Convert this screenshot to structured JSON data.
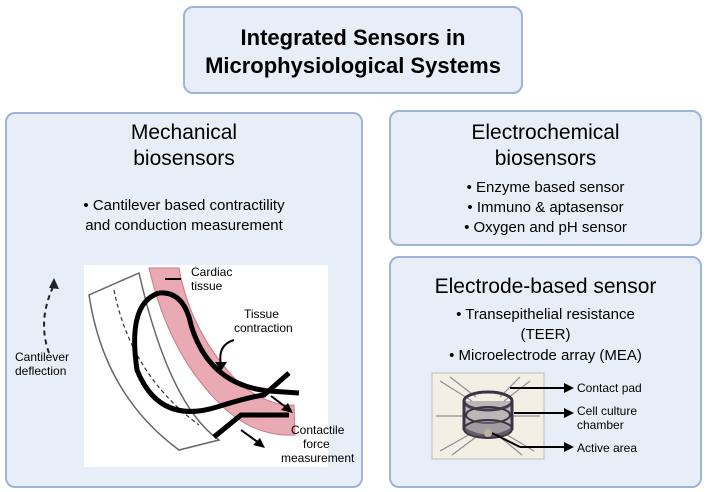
{
  "title": {
    "line1": "Integrated Sensors in",
    "line2": "Microphysiological Systems"
  },
  "mechanical": {
    "heading_line1": "Mechanical",
    "heading_line2": "biosensors",
    "bullet_line1": "• Cantilever based contractility",
    "bullet_line2": "and conduction measurement",
    "figure": {
      "cardiac_tissue_line1": "Cardiac",
      "cardiac_tissue_line2": "tissue",
      "tissue_contraction_line1": "Tissue",
      "tissue_contraction_line2": "contraction",
      "cantilever_deflection_line1": "Cantilever",
      "cantilever_deflection_line2": "deflection",
      "force_line1": "Contactile",
      "force_line2": "force",
      "force_line3": "measurement"
    }
  },
  "electrochemical": {
    "heading_line1": "Electrochemical",
    "heading_line2": "biosensors",
    "items": [
      "• Enzyme based sensor",
      "• Immuno & aptasensor",
      "• Oxygen and pH sensor"
    ]
  },
  "electrode": {
    "heading": "Electrode-based sensor",
    "bullet1_line1": "• Transepithelial resistance",
    "bullet1_line2": "(TEER)",
    "bullet2": "• Microelectrode array (MEA)",
    "figure": {
      "contact_pad": "Contact pad",
      "cell_culture_line1": "Cell culture",
      "cell_culture_line2": "chamber",
      "active_area": "Active area"
    }
  },
  "colors": {
    "panel_fill": "#e8eef8",
    "panel_border": "#9db4d8",
    "tissue": "#e9aab4"
  }
}
